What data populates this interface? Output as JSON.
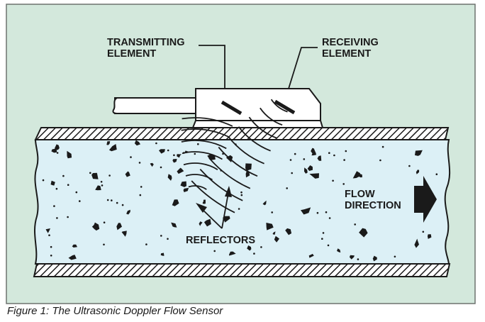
{
  "figure": {
    "caption": "Figure 1: The Ultrasonic Doppler Flow Sensor",
    "labels": {
      "transmitting": [
        "TRANSMITTING",
        "ELEMENT"
      ],
      "receiving": [
        "RECEIVING",
        "ELEMENT"
      ],
      "reflectors": "REFLECTORS",
      "flow": [
        "FLOW",
        "DIRECTION"
      ]
    },
    "colors": {
      "background": "#d3e8dc",
      "fluid": "#dcf0f6",
      "ink": "#1a1a1a",
      "housing": "#ffffff",
      "frame_border": "#6d726f"
    },
    "icons": {
      "flow_arrow": "arrow-right-icon"
    }
  }
}
